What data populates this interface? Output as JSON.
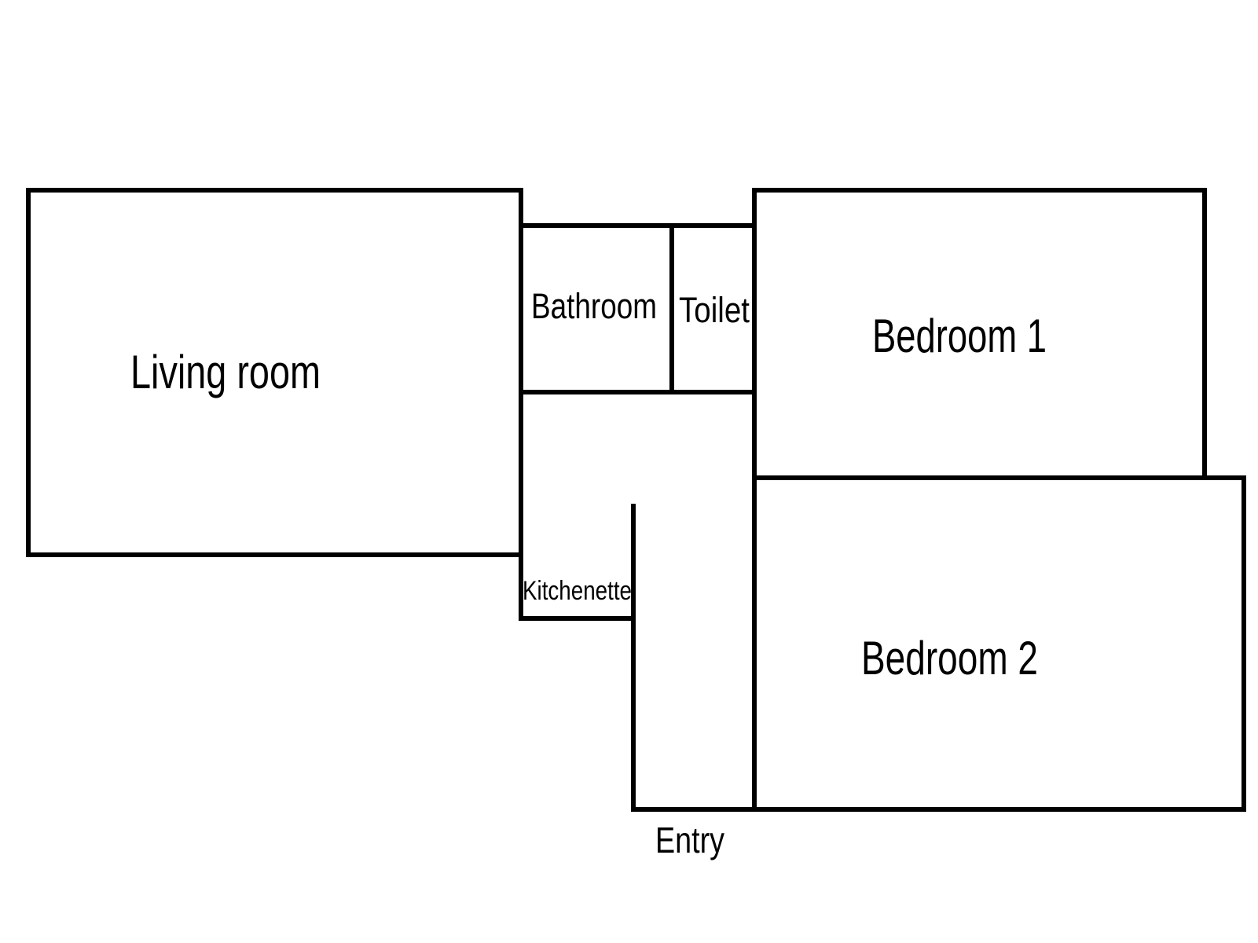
{
  "rooms": {
    "living_room": "Living room",
    "bathroom": "Bathroom",
    "toilet": "Toilet",
    "bedroom_1": "Bedroom 1",
    "bedroom_2": "Bedroom 2",
    "kitchenette": "Kitchenette",
    "entry": "Entry"
  },
  "colors": {
    "wall": "#000000",
    "background": "#ffffff"
  }
}
